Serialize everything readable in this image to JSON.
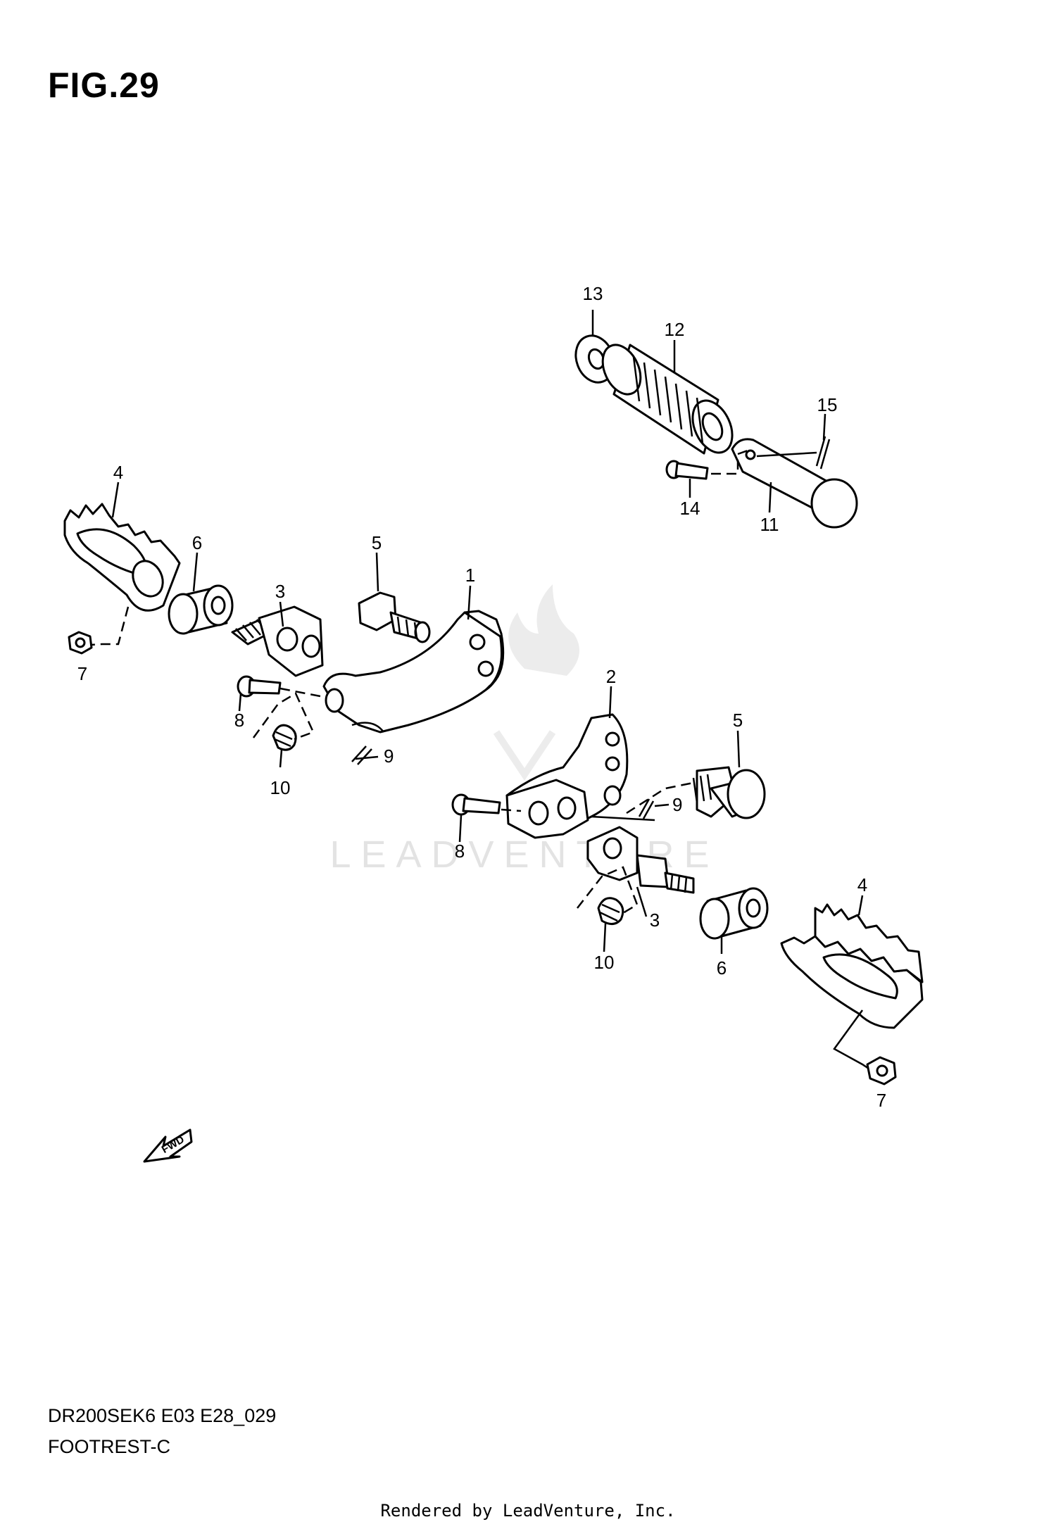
{
  "figure": {
    "title": "FIG.29",
    "model_code": "DR200SEK6 E03 E28_029",
    "section": "FOOTREST-C",
    "credit": "Rendered by LeadVenture, Inc.",
    "watermark": "LEADVENTURE",
    "fwd_label": "FWD"
  },
  "callouts": [
    {
      "id": "c1",
      "text": "1"
    },
    {
      "id": "c2",
      "text": "2"
    },
    {
      "id": "c3a",
      "text": "3"
    },
    {
      "id": "c3b",
      "text": "3"
    },
    {
      "id": "c4a",
      "text": "4"
    },
    {
      "id": "c4b",
      "text": "4"
    },
    {
      "id": "c5a",
      "text": "5"
    },
    {
      "id": "c5b",
      "text": "5"
    },
    {
      "id": "c6a",
      "text": "6"
    },
    {
      "id": "c6b",
      "text": "6"
    },
    {
      "id": "c7a",
      "text": "7"
    },
    {
      "id": "c7b",
      "text": "7"
    },
    {
      "id": "c8a",
      "text": "8"
    },
    {
      "id": "c8b",
      "text": "8"
    },
    {
      "id": "c9a",
      "text": "9"
    },
    {
      "id": "c9b",
      "text": "9"
    },
    {
      "id": "c10a",
      "text": "10"
    },
    {
      "id": "c10b",
      "text": "10"
    },
    {
      "id": "c11",
      "text": "11"
    },
    {
      "id": "c12",
      "text": "12"
    },
    {
      "id": "c13",
      "text": "13"
    },
    {
      "id": "c14",
      "text": "14"
    },
    {
      "id": "c15",
      "text": "15"
    }
  ]
}
